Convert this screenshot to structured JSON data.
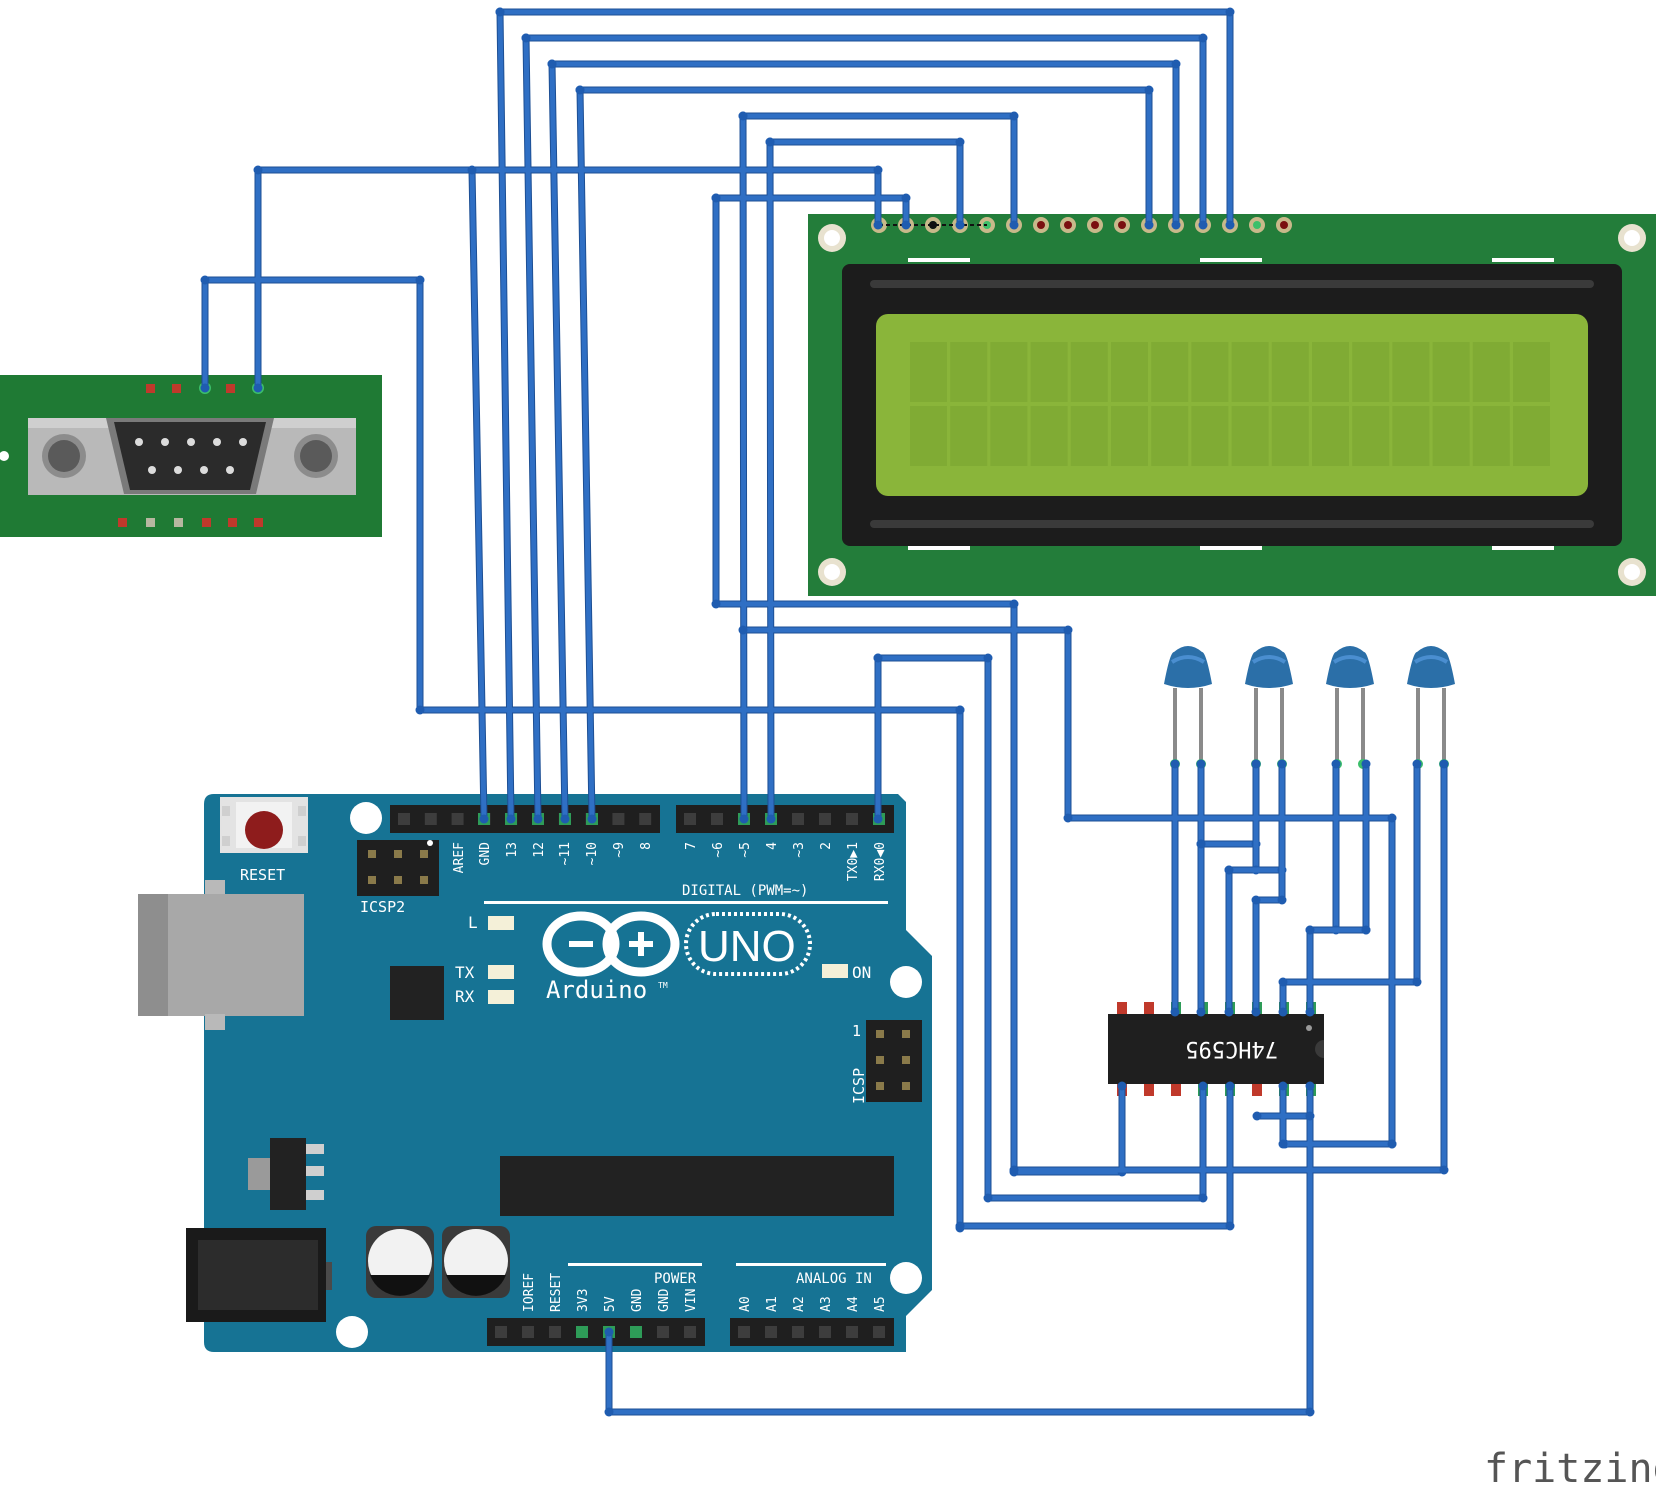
{
  "arduino": {
    "reset_label": "RESET",
    "icsp2_label": "ICSP2",
    "icsp_label": "ICSP",
    "icsp_pin1": "1",
    "led_l": "L",
    "led_tx": "TX",
    "led_rx": "RX",
    "led_on": "ON",
    "logo_uno": "UNO",
    "logo_brand": "Arduino",
    "logo_tm": "TM",
    "digital_label": "DIGITAL (PWM=~)",
    "power_label": "POWER",
    "analog_label": "ANALOG IN",
    "digital_pins_left": [
      "AREF",
      "GND",
      "13",
      "12",
      "~11",
      "~10",
      "~9",
      "8"
    ],
    "digital_pins_right": [
      "7",
      "~6",
      "~5",
      "4",
      "~3",
      "2",
      "TX0▶1",
      "RX0◀0"
    ],
    "power_pins": [
      "IOREF",
      "RESET",
      "3V3",
      "5V",
      "GND",
      "GND",
      "VIN"
    ],
    "analog_pins": [
      "A0",
      "A1",
      "A2",
      "A3",
      "A4",
      "A5"
    ]
  },
  "chip": {
    "label": "74HC595"
  },
  "watermark": {
    "text": "fritzing"
  },
  "colors": {
    "wire": "#2f6fc4",
    "arduino_board": "#167394",
    "lcd_pcb": "#237d3a",
    "lcd_screen": "#8ab53a",
    "db9_pcb": "#1f7a34",
    "capacitor": "#2b6fa8"
  }
}
